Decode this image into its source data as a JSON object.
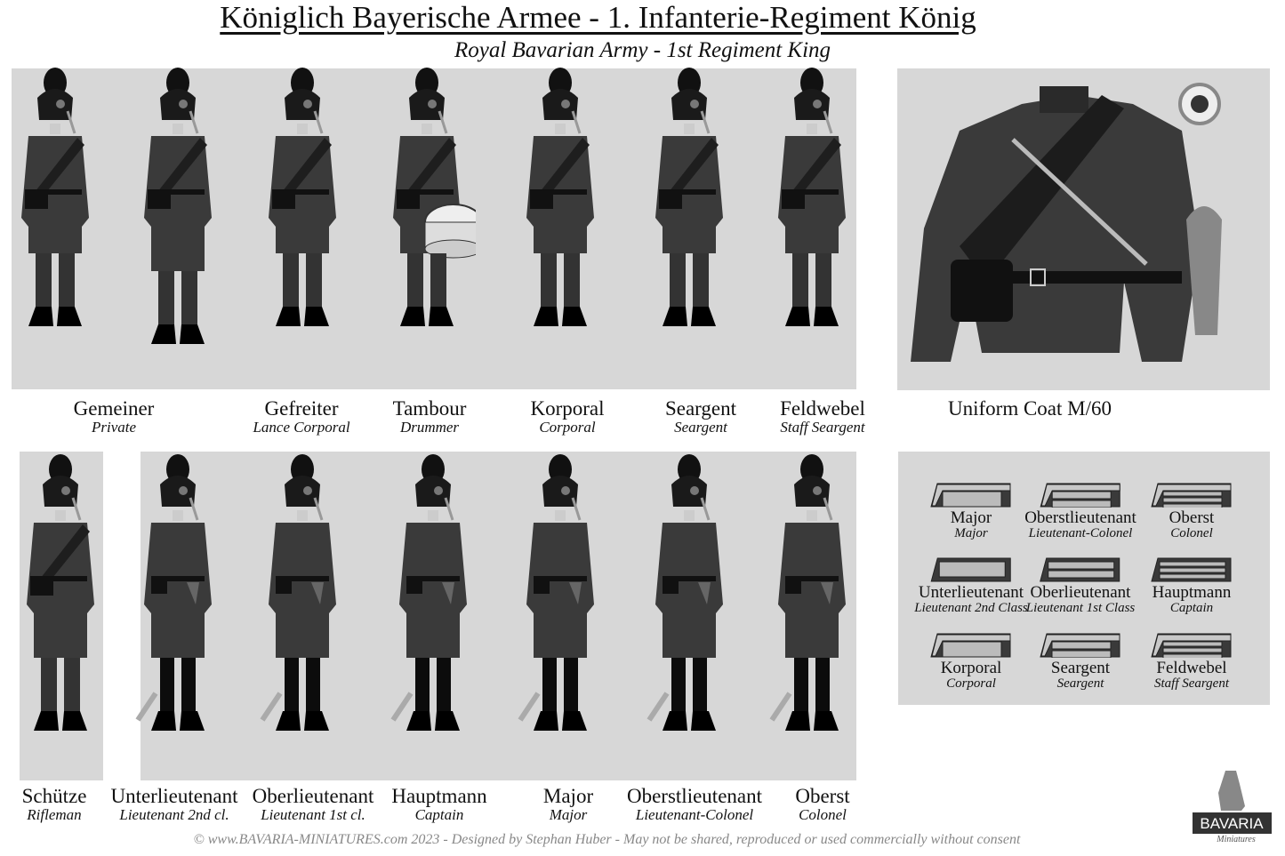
{
  "header": {
    "title": "Königlich Bayerische Armee - 1. Infanterie-Regiment König",
    "subtitle": "Royal Bavarian Army - 1st Regiment King"
  },
  "top_row": [
    {
      "de": "Gemeiner",
      "en": "Private"
    },
    {
      "de": "Gefreiter",
      "en": "Lance Corporal"
    },
    {
      "de": "Tambour",
      "en": "Drummer"
    },
    {
      "de": "Korporal",
      "en": "Corporal"
    },
    {
      "de": "Seargent",
      "en": "Seargent"
    },
    {
      "de": "Feldwebel",
      "en": "Staff Seargent"
    }
  ],
  "coat": {
    "label": "Uniform Coat M/60"
  },
  "bottom_row": [
    {
      "de": "Schütze",
      "en": "Rifleman"
    },
    {
      "de": "Unterlieutenant",
      "en": "Lieutenant 2nd cl."
    },
    {
      "de": "Oberlieutenant",
      "en": "Lieutenant 1st cl."
    },
    {
      "de": "Hauptmann",
      "en": "Captain"
    },
    {
      "de": "Major",
      "en": "Major"
    },
    {
      "de": "Oberstlieutenant",
      "en": "Lieutenant-Colonel"
    },
    {
      "de": "Oberst",
      "en": "Colonel"
    }
  ],
  "insignia": [
    {
      "de": "Major",
      "en": "Major",
      "bars": 1,
      "officer_staff": true
    },
    {
      "de": "Oberstlieutenant",
      "en": "Lieutenant-Colonel",
      "bars": 2,
      "officer_staff": true
    },
    {
      "de": "Oberst",
      "en": "Colonel",
      "bars": 3,
      "officer_staff": true
    },
    {
      "de": "Unterlieutenant",
      "en": "Lieutenant 2nd Class",
      "bars": 1,
      "officer_staff": false
    },
    {
      "de": "Oberlieutenant",
      "en": "Lieutenant 1st Class",
      "bars": 2,
      "officer_staff": false
    },
    {
      "de": "Hauptmann",
      "en": "Captain",
      "bars": 3,
      "officer_staff": false
    },
    {
      "de": "Korporal",
      "en": "Corporal",
      "bars": 1,
      "officer_staff": true
    },
    {
      "de": "Seargent",
      "en": "Seargent",
      "bars": 2,
      "officer_staff": true
    },
    {
      "de": "Feldwebel",
      "en": "Staff Seargent",
      "bars": 3,
      "officer_staff": true
    }
  ],
  "logo": {
    "text": "BAVARIA",
    "sub": "Miniatures"
  },
  "footer": "© www.BAVARIA-MINIATURES.com 2023 - Designed by Stephan Huber - May not be shared, reproduced or used commercially without consent"
}
